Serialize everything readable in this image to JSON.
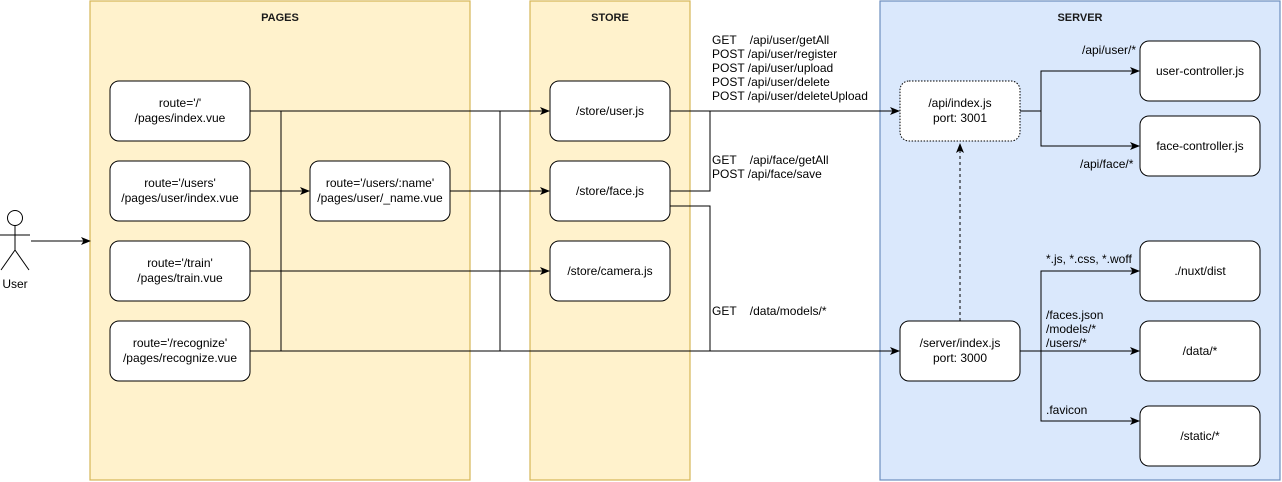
{
  "colors": {
    "pages_fill": "#fff2cc",
    "pages_stroke": "#d6b656",
    "store_fill": "#fff2cc",
    "store_stroke": "#d6b656",
    "server_fill": "#dae8fc",
    "server_stroke": "#6c8ebf",
    "box_fill": "#ffffff",
    "line": "#000000"
  },
  "actor": {
    "label": "User"
  },
  "lanes": {
    "pages": "PAGES",
    "store": "STORE",
    "server": "SERVER"
  },
  "nodes": {
    "page_index": {
      "line1": "route='/'",
      "line2": "/pages/index.vue"
    },
    "page_users": {
      "line1": "route='/users'",
      "line2": "/pages/user/index.vue"
    },
    "page_user_name": {
      "line1": "route='/users/:name'",
      "line2": "/pages/user/_name.vue"
    },
    "page_train": {
      "line1": "route='/train'",
      "line2": "/pages/train.vue"
    },
    "page_recognize": {
      "line1": "route='/recognize'",
      "line2": "/pages/recognize.vue"
    },
    "store_user": {
      "line1": "/store/user.js"
    },
    "store_face": {
      "line1": "/store/face.js"
    },
    "store_camera": {
      "line1": "/store/camera.js"
    },
    "api_index": {
      "line1": "/api/index.js",
      "line2": "port: 3001"
    },
    "server_index": {
      "line1": "/server/index.js",
      "line2": "port: 3000"
    },
    "user_controller": {
      "line1": "user-controller.js"
    },
    "face_controller": {
      "line1": "face-controller.js"
    },
    "nuxt_dist": {
      "line1": "./nuxt/dist"
    },
    "data_dir": {
      "line1": "/data/*"
    },
    "static_dir": {
      "line1": "/static/*"
    }
  },
  "edge_labels": {
    "user_api": [
      "GET    /api/user/getAll",
      "POST /api/user/register",
      "POST /api/user/upload",
      "POST /api/user/delete",
      "POST /api/user/deleteUpload"
    ],
    "face_api": [
      "GET    /api/face/getAll",
      "POST /api/face/save"
    ],
    "models": "GET    /data/models/*",
    "route_user": "/api/user/*",
    "route_face": "/api/face/*",
    "route_dist": "*.js, *.css, *.woff",
    "route_data": [
      "/faces.json",
      "/models/*",
      "/users/*"
    ],
    "route_static": ".favicon"
  }
}
